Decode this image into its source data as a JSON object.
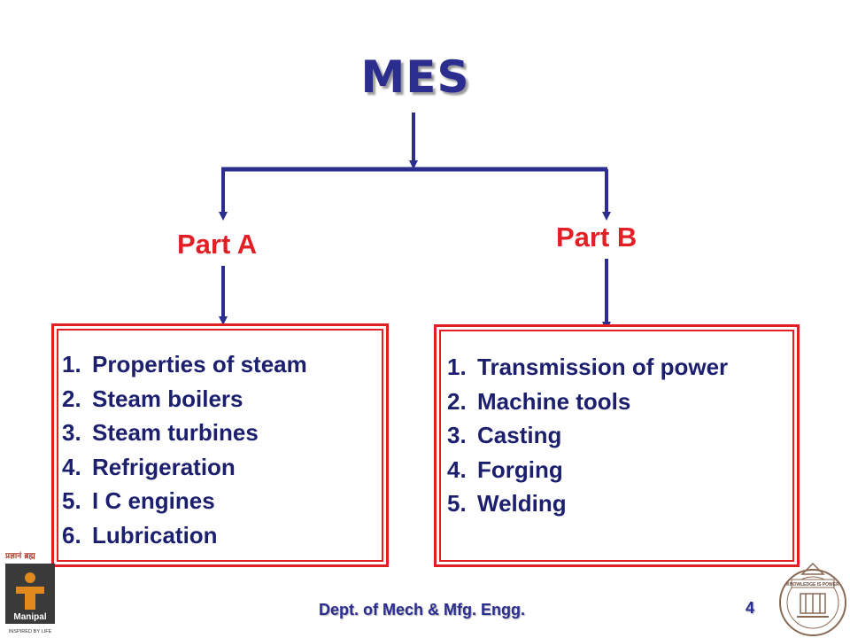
{
  "title": "MES",
  "part_a": {
    "label": "Part A",
    "items": [
      {
        "num": "1.",
        "text": "Properties of steam"
      },
      {
        "num": "2.",
        "text": "Steam boilers"
      },
      {
        "num": "3.",
        "text": "Steam turbines"
      },
      {
        "num": "4.",
        "text": "Refrigeration"
      },
      {
        "num": "5.",
        "text": "I C engines"
      },
      {
        "num": "6.",
        "text": "Lubrication"
      }
    ]
  },
  "part_b": {
    "label": "Part B",
    "items": [
      {
        "num": "1.",
        "text": "Transmission of power"
      },
      {
        "num": "2.",
        "text": "Machine tools"
      },
      {
        "num": "3.",
        "text": "Casting"
      },
      {
        "num": "4.",
        "text": "Forging"
      },
      {
        "num": "5.",
        "text": "Welding"
      }
    ]
  },
  "footer": {
    "department": "Dept. of Mech & Mfg. Engg.",
    "page_number": "4"
  },
  "logos": {
    "left_logo_text": "Manipal",
    "left_logo_tagline": "INSPIRED BY LIFE",
    "left_logo_hindi": "प्रज्ञानं ब्रह्म",
    "seal_motto": "KNOWLEDGE IS POWER"
  },
  "colors": {
    "title": "#2b2d8f",
    "connector": "#2b2d8f",
    "part_label": "#e31f26",
    "box_border": "#e31f26",
    "list_text": "#1b1f6e"
  }
}
